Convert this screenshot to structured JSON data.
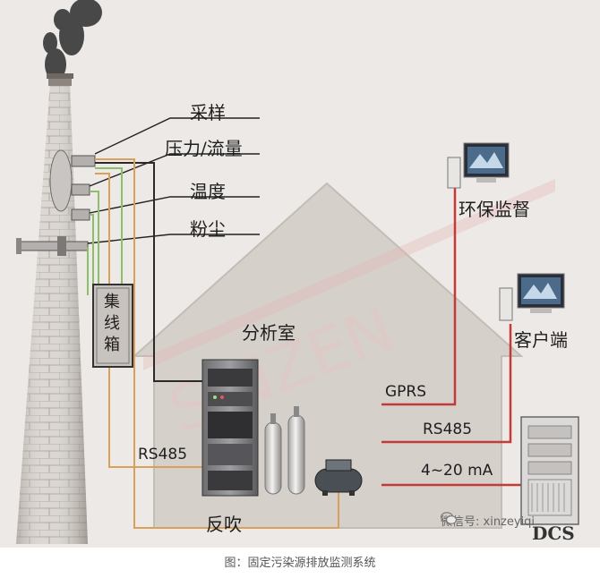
{
  "labels": {
    "sampling": "采样",
    "pressure_flow": "压力/流量",
    "temperature": "温度",
    "dust": "粉尘",
    "junction_box": "集线箱",
    "analysis_room": "分析室",
    "env_monitor": "环保监督",
    "client": "客户端",
    "gprs": "GPRS",
    "rs485_right": "RS485",
    "current_signal": "4~20 mA",
    "rs485_left": "RS485",
    "backblow": "反吹",
    "dcs": "DCS"
  },
  "watermark": "微信号: xinzeyiqi",
  "caption": "图：固定污染源排放监测系统",
  "colors": {
    "background": "#ede9e6",
    "red_signal": "#c43a36",
    "green_line": "#8cbf6a",
    "orange_line": "#d9a05c",
    "dark_line": "#2a2a2a",
    "house": "#d6d0cb"
  }
}
